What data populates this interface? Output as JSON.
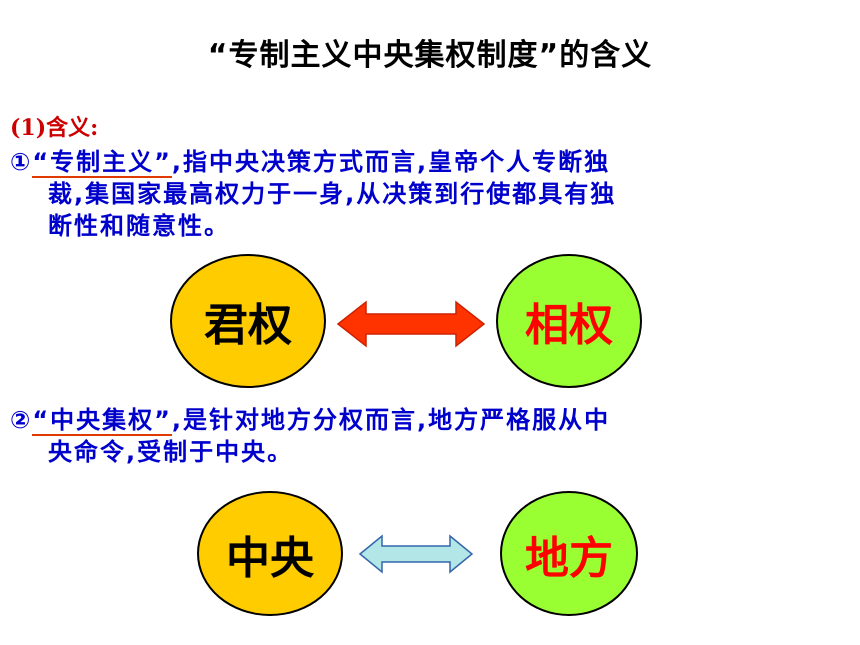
{
  "title": "“专制主义中央集权制度”的含义",
  "section_label": "(1)含义:",
  "point1": {
    "marker": "①",
    "term": "“专制主义”",
    "text_first": ",指中央决策方式而言,皇帝个人专断独",
    "text_cont1": "裁,集国家最高权力于一身,从决策到行使都具有独",
    "text_cont2": "断性和随意性。"
  },
  "point2": {
    "marker": "②",
    "term": "“中央集权”",
    "text_first": ",是针对地方分权而言,地方严格服从中",
    "text_cont1": "央命令,受制于中央。"
  },
  "diagram1": {
    "left": "君权",
    "right": "相权",
    "arrow_color": "#ff3300"
  },
  "diagram2": {
    "left": "中央",
    "right": "地方",
    "arrow_color": "#b3e6e6"
  },
  "colors": {
    "text_blue": "#0000cc",
    "label_red": "#cc0000",
    "ellipse_yellow": "#ffcc00",
    "ellipse_green": "#99ff33"
  }
}
